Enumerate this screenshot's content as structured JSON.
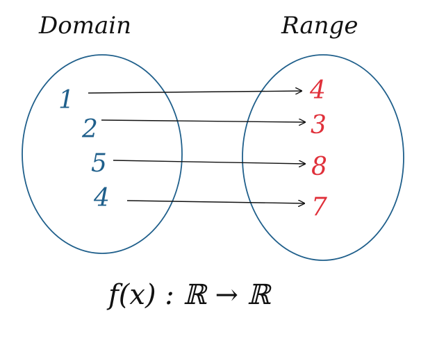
{
  "domain_title": "Domain",
  "range_title": "Range",
  "mappings": [
    {
      "from": "1",
      "to": "4"
    },
    {
      "from": "2",
      "to": "3"
    },
    {
      "from": "5",
      "to": "8"
    },
    {
      "from": "4",
      "to": "7"
    }
  ],
  "function_label": "f(x) : ℝ → ℝ",
  "colors": {
    "domain_oval": "#1f5f8b",
    "range_oval": "#1f5f8b",
    "domain_numbers": "#1f5f8b",
    "range_numbers": "#e0303a",
    "arrows": "#111111",
    "text": "#111111"
  }
}
